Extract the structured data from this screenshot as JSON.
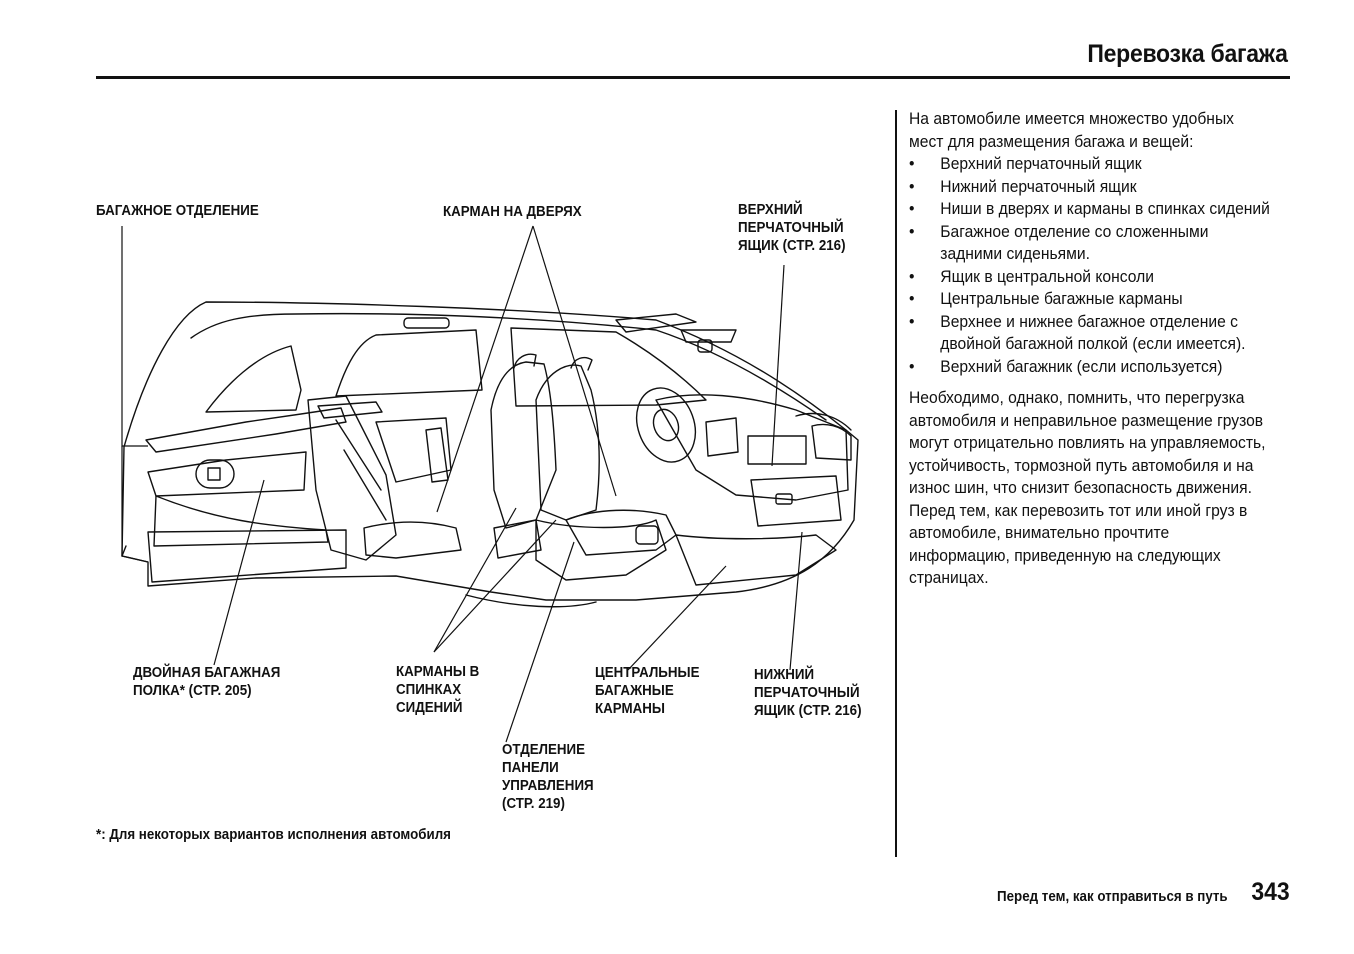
{
  "header": {
    "title": "Перевозка багажа"
  },
  "diagram": {
    "callouts": {
      "cargo_area": "БАГАЖНОЕ ОТДЕЛЕНИЕ",
      "door_pocket": "КАРМАН НА ДВЕРЯХ",
      "upper_glovebox": "ВЕРХНИЙ\nПЕРЧАТОЧНЫЙ\nЯЩИК (СТР. 216)",
      "double_shelf": "ДВОЙНАЯ БАГАЖНАЯ\nПОЛКА* (СТР. 205)",
      "seatback_pockets": "КАРМАНЫ В\nСПИНКАХ\nСИДЕНИЙ",
      "center_pockets": "ЦЕНТРАЛЬНЫЕ\nБАГАЖНЫЕ\nКАРМАНЫ",
      "lower_glovebox": "НИЖНИЙ\nПЕРЧАТОЧНЫЙ\nЯЩИК (СТР. 216)",
      "console_compartment": "ОТДЕЛЕНИЕ\nПАНЕЛИ\nУПРАВЛЕНИЯ\n(СТР. 219)"
    },
    "footnote": "*: Для некоторых вариантов исполнения автомобиля"
  },
  "body_text": {
    "intro": "На автомобиле имеется множество удобных мест для размещения багажа и вещей:",
    "bullet_symbol": "•",
    "bullets": [
      "Верхний перчаточный ящик",
      "Нижний перчаточный ящик",
      "Ниши в дверях и карманы в спинках сидений",
      "Багажное отделение со сложенными задними сиденьями.",
      "Ящик в центральной консоли",
      "Центральные багажные карманы",
      "Верхнее и нижнее багажное отделение с двойной багажной полкой (если имеется).",
      "Верхний багажник (если используется)"
    ],
    "warning": "Необходимо, однако, помнить, что перегрузка автомобиля и неправильное размещение грузов могут отрицательно повлиять на управляемость, устойчивость, тормозной путь автомобиля и на износ шин, что снизит безопасность движения. Перед тем, как перевозить тот или иной груз в автомобиле, внимательно прочтите информацию, приведенную на следующих страницах."
  },
  "footer": {
    "section": "Перед тем, как отправиться в путь",
    "page_number": "343"
  }
}
